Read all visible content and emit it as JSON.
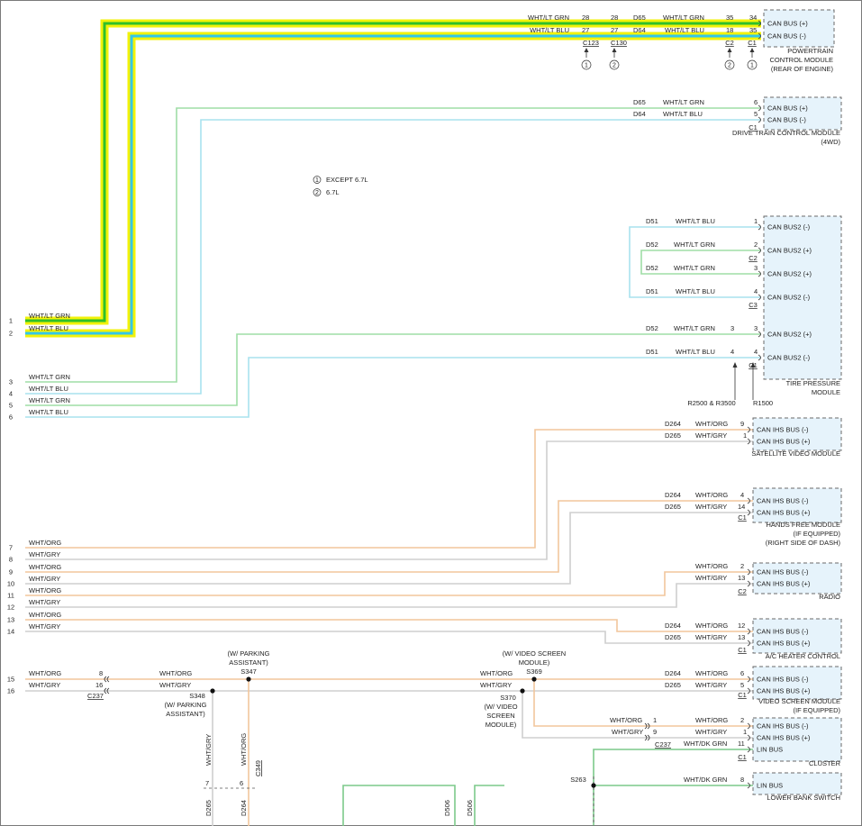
{
  "colors": {
    "green": "#9fdda6",
    "blue": "#a8e2ee",
    "orange": "#f2c69c",
    "gray": "#cfcfcf",
    "dkgreen": "#7cc98a",
    "highlight": "#f2f20a",
    "highlight_core_green": "#2fbf2a",
    "highlight_core_blue": "#33c7e8"
  },
  "legend": [
    {
      "id": "1",
      "text": "EXCEPT 6.7L"
    },
    {
      "id": "2",
      "text": "6.7L"
    }
  ],
  "modules": [
    {
      "id": "pcm",
      "pins": [
        "CAN BUS (+)",
        "CAN BUS (-)"
      ],
      "name_lines": [
        "POWERTRAIN",
        "CONTROL MODULE",
        "(REAR OF ENGINE)"
      ]
    },
    {
      "id": "dtcm",
      "pins": [
        "CAN BUS (+)",
        "CAN BUS (-)"
      ],
      "name_lines": [
        "DRIVE TRAIN CONTROL MODULE",
        "(4WD)"
      ]
    },
    {
      "id": "tpm",
      "pins": [
        "CAN BUS2 (-)",
        "CAN BUS2 (+)",
        "CAN BUS2 (+)",
        "CAN BUS2 (-)",
        "CAN BUS2 (+)",
        "CAN BUS2 (-)"
      ],
      "name_lines": [
        "TIRE PRESSURE",
        "MODULE"
      ]
    },
    {
      "id": "svm",
      "pins": [
        "CAN IHS BUS (-)",
        "CAN IHS BUS (+)"
      ],
      "name_lines": [
        "SATELLITE VIDEO MODULE"
      ]
    },
    {
      "id": "hfm",
      "pins": [
        "CAN IHS BUS (-)",
        "CAN IHS BUS (+)"
      ],
      "name_lines": [
        "HANDS FREE MODULE",
        "(IF EQUIPPED)",
        "(RIGHT SIDE OF DASH)"
      ]
    },
    {
      "id": "radio",
      "pins": [
        "CAN IHS BUS (-)",
        "CAN IHS BUS (+)"
      ],
      "name_lines": [
        "RADIO"
      ]
    },
    {
      "id": "ach",
      "pins": [
        "CAN IHS BUS (-)",
        "CAN IHS BUS (+)"
      ],
      "name_lines": [
        "A/C HEATER CONTROL"
      ]
    },
    {
      "id": "vsm",
      "pins": [
        "CAN IHS BUS (-)",
        "CAN IHS BUS (+)"
      ],
      "name_lines": [
        "VIDEO SCREEN MODULE",
        "(IF EQUIPPED)"
      ]
    },
    {
      "id": "cluster",
      "pins": [
        "CAN IHS BUS (-)",
        "CAN IHS BUS (+)",
        "LIN BUS"
      ],
      "name_lines": [
        "CLUSTER"
      ]
    },
    {
      "id": "lbs",
      "pins": [
        "LIN BUS"
      ],
      "name_lines": [
        "LOWER BANK SWITCH"
      ]
    }
  ],
  "connector_labels": [
    {
      "id": "c123",
      "text": "C123"
    },
    {
      "id": "c130",
      "text": "C130"
    },
    {
      "id": "c2a",
      "text": "C2"
    },
    {
      "id": "c1a",
      "text": "C1"
    },
    {
      "id": "c1b",
      "text": "C1"
    },
    {
      "id": "c2t",
      "text": "C2"
    },
    {
      "id": "c3t",
      "text": "C3"
    },
    {
      "id": "c1t",
      "text": "C1"
    },
    {
      "id": "c1h",
      "text": "C1"
    },
    {
      "id": "c2r",
      "text": "C2"
    },
    {
      "id": "c1ac",
      "text": "C1"
    },
    {
      "id": "c1v",
      "text": "C1"
    },
    {
      "id": "c1c",
      "text": "C1"
    },
    {
      "id": "c237a",
      "text": "C237"
    },
    {
      "id": "c237b",
      "text": "C237"
    },
    {
      "id": "c349",
      "text": "C349"
    }
  ],
  "ref_markers": [
    {
      "id": "m1",
      "text": "1"
    },
    {
      "id": "m2",
      "text": "2"
    },
    {
      "id": "m3",
      "text": "2"
    },
    {
      "id": "m4",
      "text": "1"
    }
  ],
  "notes": [
    {
      "id": "r25",
      "text": "R2500 & R3500"
    },
    {
      "id": "r15",
      "text": "R1500"
    },
    {
      "id": "park1",
      "text": "(W/ PARKING"
    },
    {
      "id": "park2",
      "text": "ASSISTANT)"
    },
    {
      "id": "s347",
      "text": "S347"
    },
    {
      "id": "s348",
      "text": "S348"
    },
    {
      "id": "park3",
      "text": "(W/ PARKING"
    },
    {
      "id": "park4",
      "text": "ASSISTANT)"
    },
    {
      "id": "vs1",
      "text": "(W/ VIDEO SCREEN"
    },
    {
      "id": "vs2",
      "text": "MODULE)"
    },
    {
      "id": "s369",
      "text": "S369"
    },
    {
      "id": "s370",
      "text": "S370"
    },
    {
      "id": "vs3",
      "text": "(W/ VIDEO"
    },
    {
      "id": "vs4",
      "text": "SCREEN"
    },
    {
      "id": "vs5",
      "text": "MODULE)"
    },
    {
      "id": "s263",
      "text": "S263"
    }
  ],
  "labels": [
    {
      "id": "l1",
      "text": "WHT/LT GRN"
    },
    {
      "id": "l2",
      "text": "28"
    },
    {
      "id": "l3",
      "text": "28"
    },
    {
      "id": "l4",
      "text": "D65"
    },
    {
      "id": "l5",
      "text": "WHT/LT GRN"
    },
    {
      "id": "l6",
      "text": "35"
    },
    {
      "id": "l7",
      "text": "34"
    },
    {
      "id": "l8",
      "text": "WHT/LT BLU"
    },
    {
      "id": "l9",
      "text": "27"
    },
    {
      "id": "l10",
      "text": "27"
    },
    {
      "id": "l11",
      "text": "D64"
    },
    {
      "id": "l12",
      "text": "WHT/LT BLU"
    },
    {
      "id": "l13",
      "text": "18"
    },
    {
      "id": "l14",
      "text": "35"
    },
    {
      "id": "l15",
      "text": "D65"
    },
    {
      "id": "l16",
      "text": "WHT/LT GRN"
    },
    {
      "id": "l17",
      "text": "6"
    },
    {
      "id": "l18",
      "text": "D64"
    },
    {
      "id": "l19",
      "text": "WHT/LT BLU"
    },
    {
      "id": "l20",
      "text": "5"
    },
    {
      "id": "l21",
      "text": "D51"
    },
    {
      "id": "l22",
      "text": "WHT/LT BLU"
    },
    {
      "id": "l23",
      "text": "1"
    },
    {
      "id": "l24",
      "text": "D52"
    },
    {
      "id": "l25",
      "text": "WHT/LT GRN"
    },
    {
      "id": "l26",
      "text": "2"
    },
    {
      "id": "l27",
      "text": "D52"
    },
    {
      "id": "l28",
      "text": "WHT/LT GRN"
    },
    {
      "id": "l29",
      "text": "3"
    },
    {
      "id": "l30",
      "text": "D51"
    },
    {
      "id": "l31",
      "text": "WHT/LT BLU"
    },
    {
      "id": "l32",
      "text": "4"
    },
    {
      "id": "l33",
      "text": "D52"
    },
    {
      "id": "l34",
      "text": "WHT/LT GRN"
    },
    {
      "id": "l35",
      "text": "3"
    },
    {
      "id": "l36",
      "text": "3"
    },
    {
      "id": "l37",
      "text": "D51"
    },
    {
      "id": "l38",
      "text": "WHT/LT BLU"
    },
    {
      "id": "l39",
      "text": "4"
    },
    {
      "id": "l40",
      "text": "4"
    },
    {
      "id": "l41",
      "text": "D264"
    },
    {
      "id": "l42",
      "text": "WHT/ORG"
    },
    {
      "id": "l43",
      "text": "9"
    },
    {
      "id": "l44",
      "text": "D265"
    },
    {
      "id": "l45",
      "text": "WHT/GRY"
    },
    {
      "id": "l46",
      "text": "1"
    },
    {
      "id": "l47",
      "text": "D264"
    },
    {
      "id": "l48",
      "text": "WHT/ORG"
    },
    {
      "id": "l49",
      "text": "4"
    },
    {
      "id": "l50",
      "text": "D265"
    },
    {
      "id": "l51",
      "text": "WHT/GRY"
    },
    {
      "id": "l52",
      "text": "14"
    },
    {
      "id": "l53",
      "text": "WHT/ORG"
    },
    {
      "id": "l54",
      "text": "2"
    },
    {
      "id": "l55",
      "text": "WHT/GRY"
    },
    {
      "id": "l56",
      "text": "13"
    },
    {
      "id": "l57",
      "text": "D264"
    },
    {
      "id": "l58",
      "text": "WHT/ORG"
    },
    {
      "id": "l59",
      "text": "12"
    },
    {
      "id": "l60",
      "text": "D265"
    },
    {
      "id": "l61",
      "text": "WHT/GRY"
    },
    {
      "id": "l62",
      "text": "13"
    },
    {
      "id": "l63",
      "text": "WHT/ORG"
    },
    {
      "id": "l64",
      "text": "8"
    },
    {
      "id": "l65",
      "text": "WHT/ORG"
    },
    {
      "id": "l66",
      "text": "WHT/ORG"
    },
    {
      "id": "l67",
      "text": "D264"
    },
    {
      "id": "l68",
      "text": "WHT/ORG"
    },
    {
      "id": "l69",
      "text": "6"
    },
    {
      "id": "l70",
      "text": "WHT/GRY"
    },
    {
      "id": "l71",
      "text": "16"
    },
    {
      "id": "l72",
      "text": "WHT/GRY"
    },
    {
      "id": "l73",
      "text": "WHT/GRY"
    },
    {
      "id": "l74",
      "text": "D265"
    },
    {
      "id": "l75",
      "text": "WHT/GRY"
    },
    {
      "id": "l76",
      "text": "5"
    },
    {
      "id": "l77",
      "text": "WHT/ORG"
    },
    {
      "id": "l78",
      "text": "1"
    },
    {
      "id": "l79",
      "text": "WHT/ORG"
    },
    {
      "id": "l80",
      "text": "2"
    },
    {
      "id": "l81",
      "text": "WHT/GRY"
    },
    {
      "id": "l82",
      "text": "9"
    },
    {
      "id": "l83",
      "text": "WHT/GRY"
    },
    {
      "id": "l84",
      "text": "1"
    },
    {
      "id": "l85",
      "text": "WHT/DK GRN"
    },
    {
      "id": "l86",
      "text": "11"
    },
    {
      "id": "l87",
      "text": "WHT/DK GRN"
    },
    {
      "id": "l88",
      "text": "8"
    },
    {
      "id": "l89",
      "text": "7"
    },
    {
      "id": "l90",
      "text": "6"
    },
    {
      "id": "v1",
      "text": "WHT/GRY"
    },
    {
      "id": "v2",
      "text": "WHT/ORG"
    },
    {
      "id": "v3",
      "text": "D265"
    },
    {
      "id": "v4",
      "text": "D264"
    },
    {
      "id": "v5",
      "text": "D506"
    },
    {
      "id": "v6",
      "text": "D506"
    }
  ],
  "left_connector": [
    {
      "pin": "1",
      "color": "WHT/LT GRN"
    },
    {
      "pin": "2",
      "color": "WHT/LT BLU"
    },
    {
      "pin": "3",
      "color": "WHT/LT GRN"
    },
    {
      "pin": "4",
      "color": "WHT/LT BLU"
    },
    {
      "pin": "5",
      "color": "WHT/LT GRN"
    },
    {
      "pin": "6",
      "color": "WHT/LT BLU"
    },
    {
      "pin": "7",
      "color": "WHT/ORG"
    },
    {
      "pin": "8",
      "color": "WHT/GRY"
    },
    {
      "pin": "9",
      "color": "WHT/ORG"
    },
    {
      "pin": "10",
      "color": "WHT/GRY"
    },
    {
      "pin": "11",
      "color": "WHT/ORG"
    },
    {
      "pin": "12",
      "color": "WHT/GRY"
    },
    {
      "pin": "13",
      "color": "WHT/ORG"
    },
    {
      "pin": "14",
      "color": "WHT/GRY"
    },
    {
      "pin": "15",
      "color": "WHT/ORG"
    },
    {
      "pin": "16",
      "color": "WHT/GRY"
    }
  ]
}
